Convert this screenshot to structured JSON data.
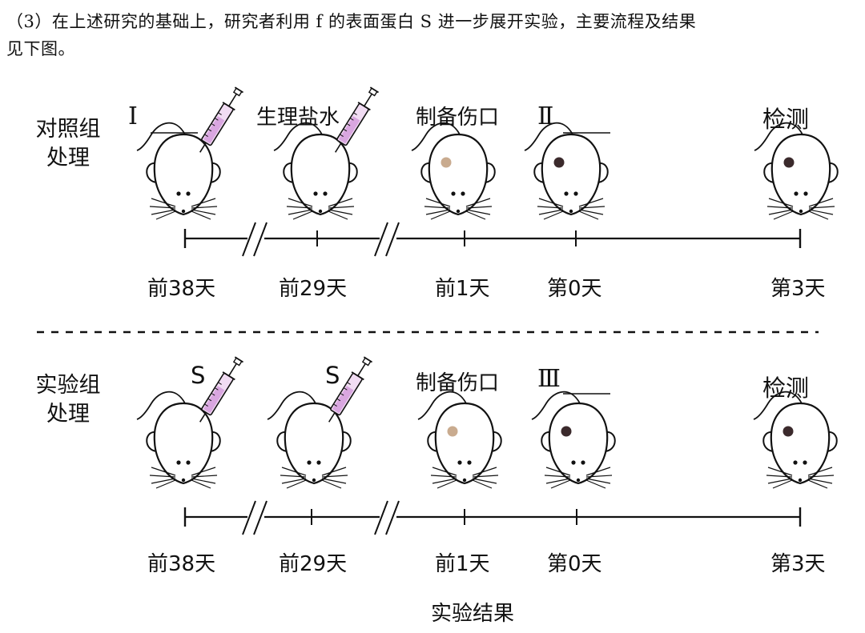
{
  "question": {
    "line1": "（3）在上述研究的基础上，研究者利用 f 的表面蛋白 S 进一步展开实验，主要流程及结果",
    "line2": "见下图。"
  },
  "control": {
    "label_1": "对照组",
    "label_2": "处理",
    "step1": "Ⅰ",
    "step2": "生理盐水",
    "step3": "制备伤口",
    "step4": "Ⅱ",
    "step5": "检测"
  },
  "experiment": {
    "label_1": "实验组",
    "label_2": "处理",
    "step1": "S",
    "step2": "S",
    "step3": "制备伤口",
    "step4": "Ⅲ",
    "step5": "检测"
  },
  "days": [
    "前38天",
    "前29天",
    "前1天",
    "第0天",
    "第3天"
  ],
  "result_caption": "实验结果",
  "colors": {
    "syringe_fluid": "#d9a6e0",
    "syringe_body": "#f1dcf3",
    "wound_fresh": "#c9ab8f",
    "wound_dark": "#3b2a2c"
  }
}
